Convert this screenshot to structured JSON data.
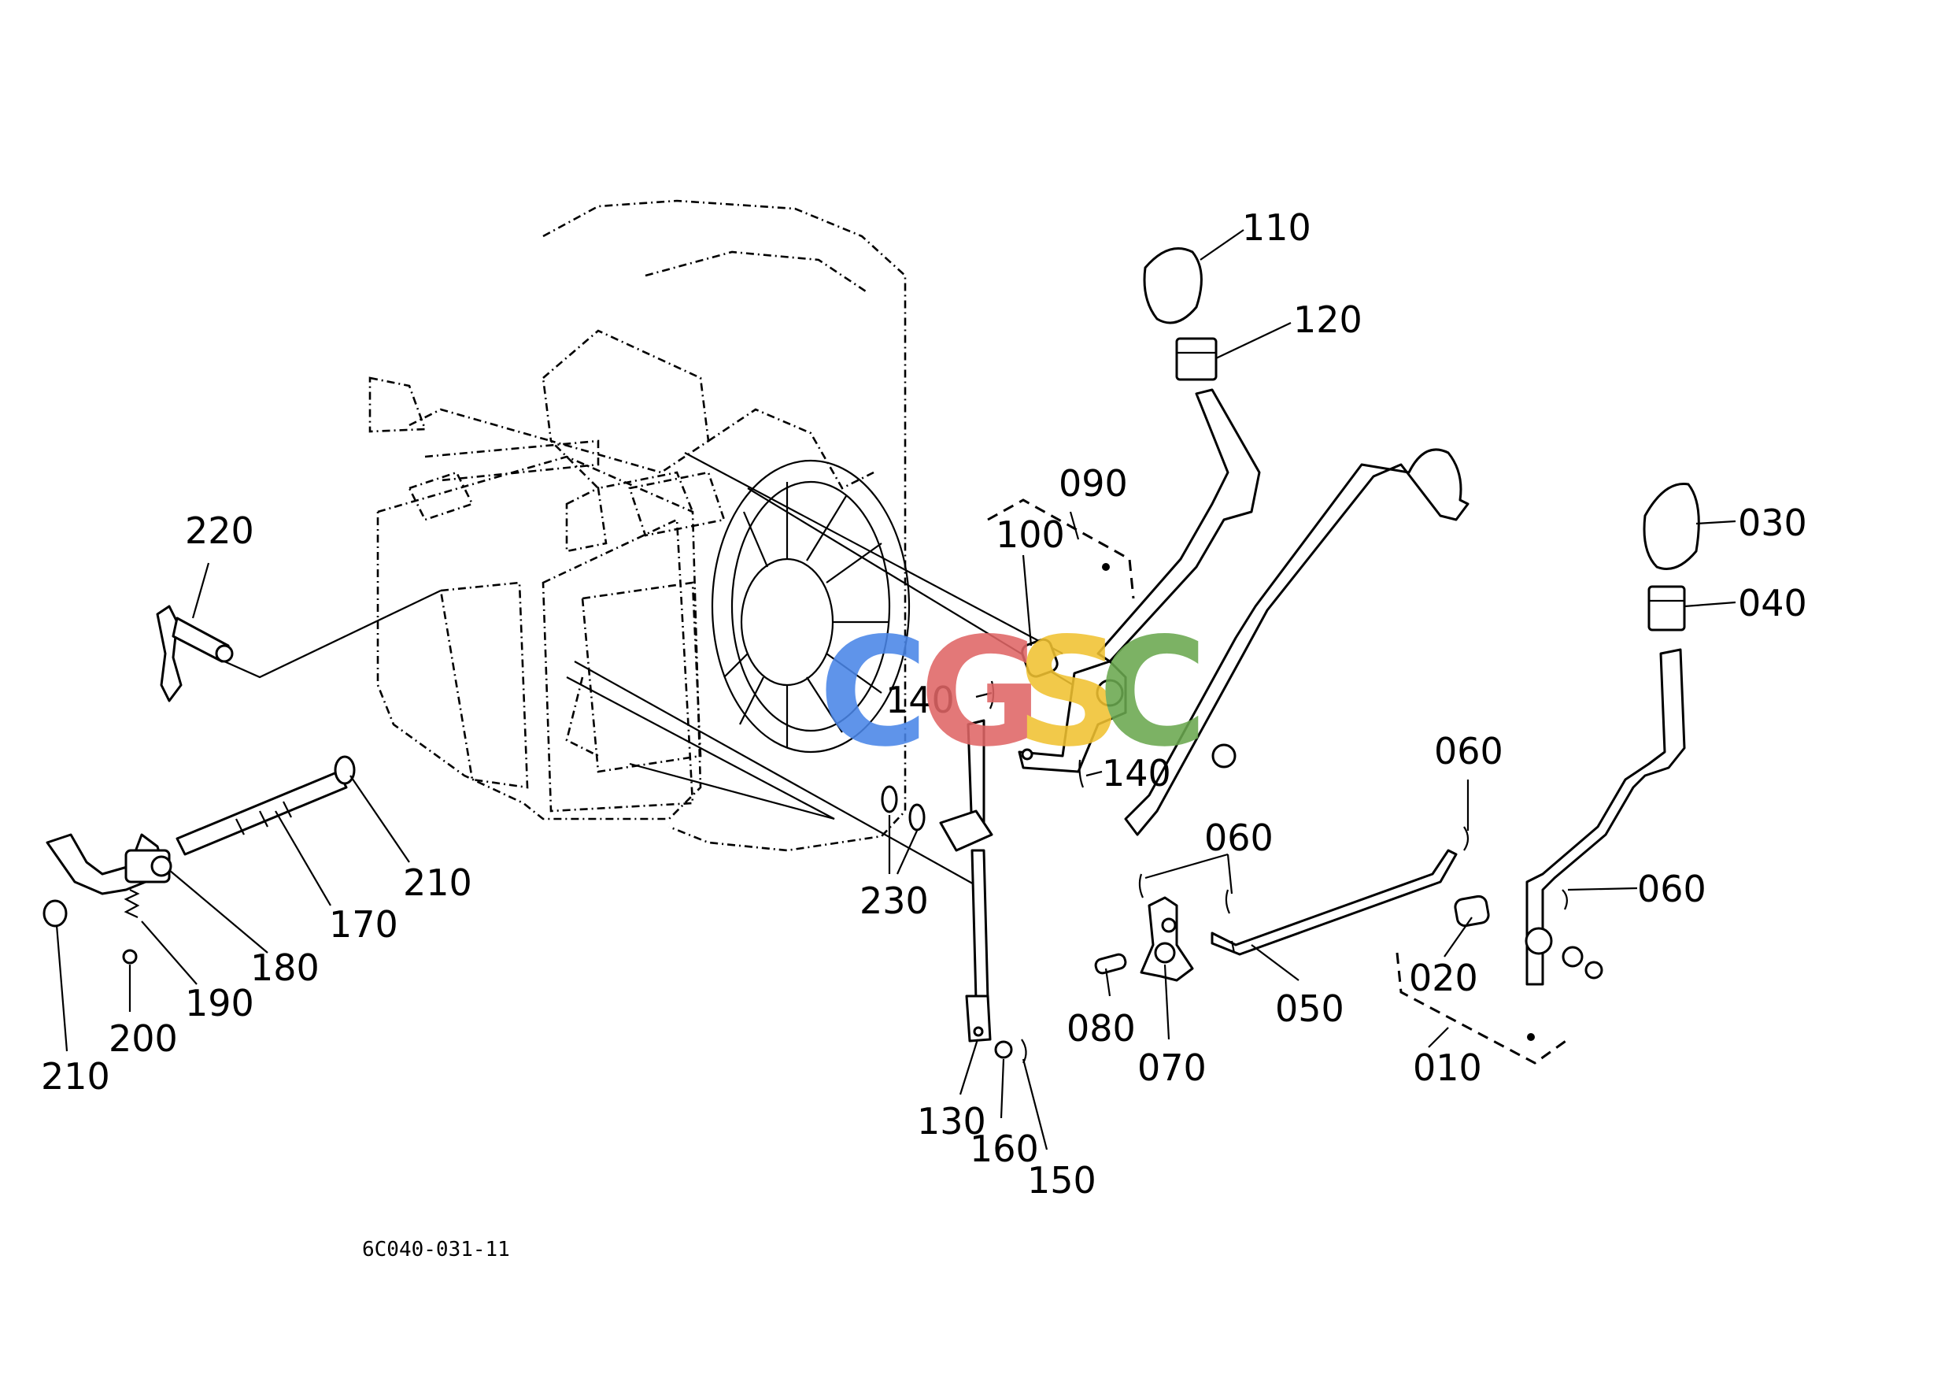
{
  "diagram": {
    "drawing_code": "6C040-031-11",
    "watermark": {
      "letters": [
        "C",
        "G",
        "S",
        "C"
      ],
      "colors": [
        "#4a86e8",
        "#e06666",
        "#f1c232",
        "#6aa84f"
      ]
    },
    "callouts": {
      "c220": "220",
      "c210a": "210",
      "c170": "170",
      "c180": "180",
      "c190": "190",
      "c200": "200",
      "c210b": "210",
      "c110": "110",
      "c120": "120",
      "c090": "090",
      "c100": "100",
      "c140a": "140",
      "c140b": "140",
      "c230": "230",
      "c130": "130",
      "c160": "160",
      "c150": "150",
      "c080": "080",
      "c070": "070",
      "c060a": "060",
      "c060b": "060",
      "c060c": "060",
      "c050": "050",
      "c020": "020",
      "c010": "010",
      "c030": "030",
      "c040": "040"
    }
  }
}
